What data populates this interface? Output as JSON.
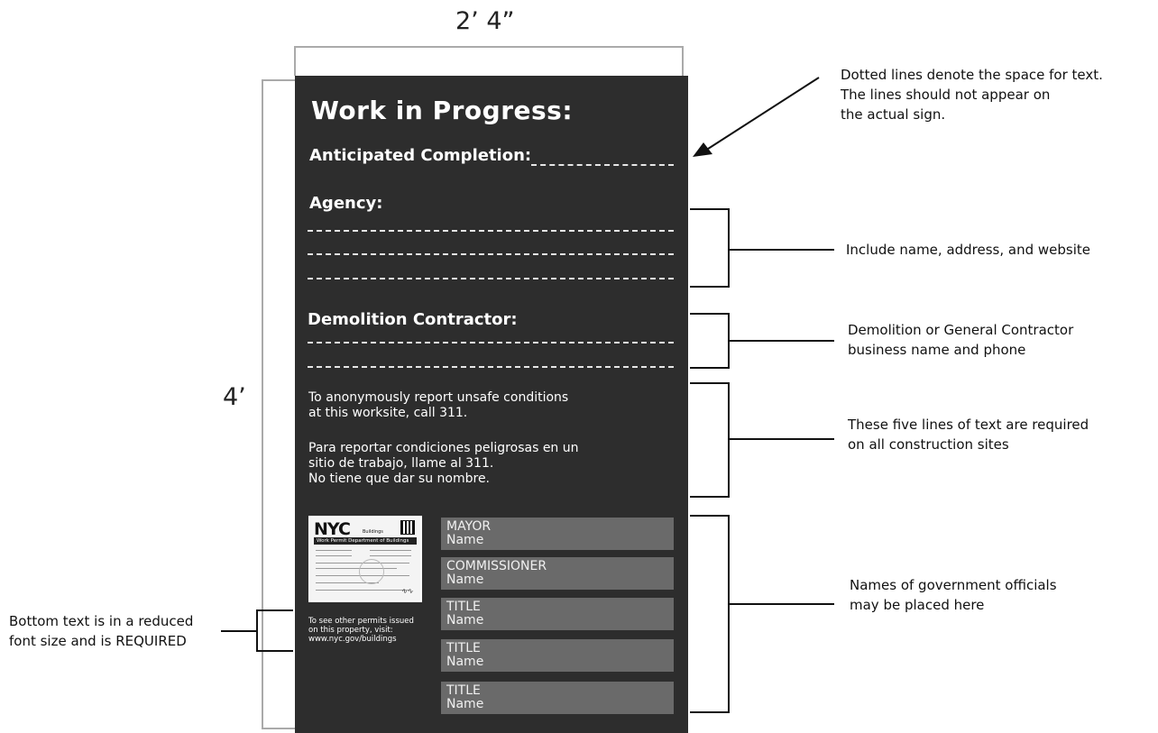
{
  "width_label": "2’ 4”",
  "height_label": "4’",
  "sign": {
    "title": "Work in Progress:",
    "completion_label": "Anticipated Completion:",
    "agency_label": "Agency:",
    "contractor_label": "Demolition Contractor:",
    "report_english": "To anonymously report unsafe conditions\nat this worksite, call 311.",
    "report_spanish": "Para reportar condiciones peligrosas en un\nsitio de trabajo, llame al 311.\nNo tiene que dar su nombre.",
    "permit_logo": "NYC",
    "permit_logo_sub": "Buildings",
    "permit_bar": "Work Permit Department of Buildings",
    "permit_note": "To see other permits issued\non this property, visit:\nwww.nyc.gov/buildings",
    "officials": [
      {
        "role": "MAYOR",
        "name": "Name"
      },
      {
        "role": "COMMISSIONER",
        "name": "Name"
      },
      {
        "role": "TITLE",
        "name": "Name"
      },
      {
        "role": "TITLE",
        "name": "Name"
      },
      {
        "role": "TITLE",
        "name": "Name"
      }
    ]
  },
  "annotations": {
    "dotted_lines": "Dotted lines denote the space for text.\nThe lines should not appear on\nthe actual sign.",
    "agency": "Include name, address, and website",
    "contractor": "Demolition or General Contractor\nbusiness name and phone",
    "required_lines": "These five lines of text are required\non all construction sites",
    "officials": "Names of government officials\nmay be placed here",
    "bottom_text": "Bottom text is in a reduced\nfont size and is REQUIRED"
  }
}
